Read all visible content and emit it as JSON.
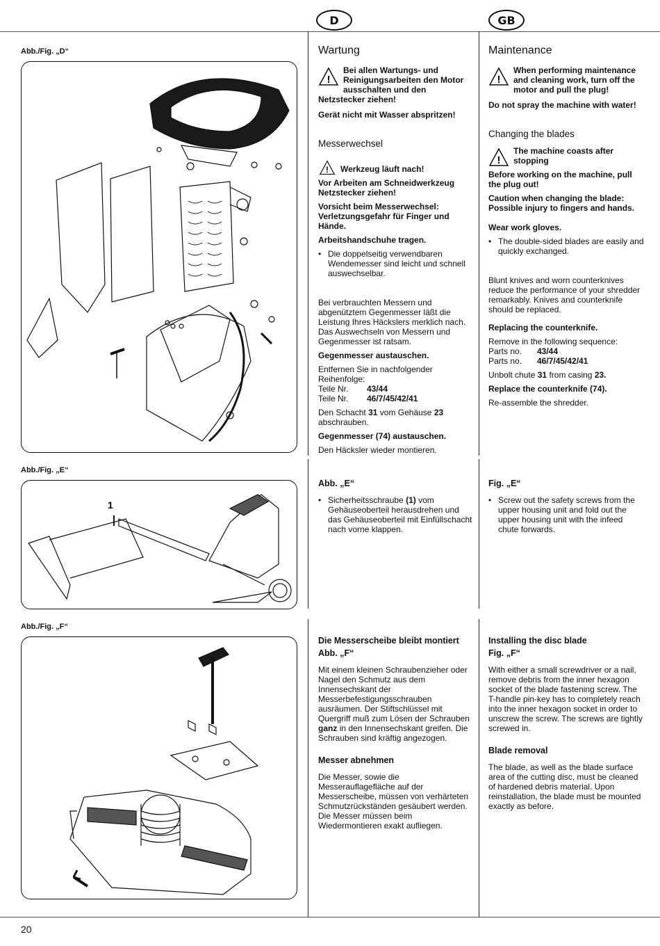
{
  "header": {
    "lang_de": "D",
    "lang_gb": "GB"
  },
  "figures": {
    "d_label": "Abb./Fig. „D“",
    "e_label": "Abb./Fig. „E“",
    "f_label": "Abb./Fig. „F“",
    "e_callout": "1"
  },
  "de": {
    "wartung_title": "Wartung",
    "wartung_warning": "Bei allen Wartungs- und Reinigungsarbeiten den Motor ausschalten und den Netzstecker ziehen!",
    "wartung_note": "Gerät nicht mit Wasser abspritzen!",
    "messerwechsel_title": "Messerwechsel",
    "messerwechsel_warning": "Werkzeug läuft nach!",
    "messerwechsel_b1": "Vor Arbeiten am Schneidwerkzeug Netzstecker ziehen!",
    "messerwechsel_b2": "Vorsicht beim Messerwechsel: Verletzungsgefahr für Finger und Hände.",
    "messerwechsel_b3": "Arbeitshandschuhe tragen.",
    "messerwechsel_bullet": "Die doppelseitig verwendbaren Wendemesser sind leicht und schnell auswechselbar.",
    "gegenmesser_text": "Bei verbrauchten Messern und abgenütztem Gegenmesser läßt die Leistung Ihres Häckslers merklich nach. Das Auswechseln von Messern und Gegenmesser ist ratsam.",
    "gegenmesser_title": "Gegenmesser austauschen.",
    "gegenmesser_seq": "Entfernen Sie in nachfolgender Reihenfolge:",
    "parts_label": "Teile Nr.",
    "parts_1": "43/44",
    "parts_2": "46/7/45/42/41",
    "schacht_pre": "Den Schacht",
    "schacht_num": "31",
    "schacht_mid": "vom Gehäuse",
    "schacht_num2": "23",
    "schacht_post": "abschrauben.",
    "gegenmesser74": "Gegenmesser (74) austauschen.",
    "montieren": "Den Häcksler wieder montieren.",
    "abb_e_title": "Abb. „E“",
    "abb_e_bullet_pre": "Sicherheitsschraube",
    "abb_e_bullet_num": "(1)",
    "abb_e_bullet_post": "vom Gehäuseoberteil herausdrehen und das Gehäuseoberteil mit Einfüllschacht nach vorne klappen.",
    "disc_title": "Die Messerscheibe bleibt montiert",
    "disc_fig": "Abb. „F“",
    "disc_text_pre": "Mit einem kleinen Schraubenzieher oder Nagel den Schmutz aus dem Innensechskant der Messerbefestigungsschrauben ausräumen. Der Stiftschlüssel mit Quergriff muß zum Lösen der Schrauben",
    "disc_text_bold": "ganz",
    "disc_text_post": "in den Innensechskant greifen. Die Schrauben sind kräftig angezogen.",
    "removal_title": "Messer abnehmen",
    "removal_text": "Die Messer, sowie die Messerauflagefläche auf der Messerscheibe, müssen von verhärteten Schmutzrückständen gesäubert werden. Die Messer müssen beim Wiedermontieren exakt aufliegen."
  },
  "en": {
    "maintenance_title": "Maintenance",
    "maintenance_warning": "When performing maintenance and cleaning work, turn off the motor and pull the plug!",
    "maintenance_note": "Do not spray the machine with water!",
    "blades_title": "Changing the blades",
    "blades_warning": "The machine coasts after stopping",
    "blades_b1": "Before working on the machine, pull the plug out!",
    "blades_b2": "Caution when changing the blade: Possible injury to fingers and hands.",
    "blades_b3": "Wear work gloves.",
    "blades_bullet": "The double-sided blades are easily and quickly exchanged.",
    "counter_text": "Blunt knives and worn counterknives reduce the performance of your shredder remarkably. Knives and counterknife should be replaced.",
    "counter_title": "Replacing the counterknife.",
    "counter_seq": "Remove in the following sequence:",
    "parts_label": "Parts no.",
    "parts_1": "43/44",
    "parts_2": "46/7/45/42/41",
    "chute_pre": "Unbolt chute",
    "chute_num": "31",
    "chute_mid": "from casing",
    "chute_num2": "23.",
    "counter74": "Replace the counterknife (74).",
    "reassemble": "Re-assemble the shredder.",
    "fig_e_title": "Fig. „E“",
    "fig_e_bullet": "Screw out the safety screws from the upper housing unit and fold out the upper housing unit with the infeed chute forwards.",
    "disc_title": "Installing the disc blade",
    "disc_fig": "Fig. „F“",
    "disc_text": "With either a small screwdriver or a nail, remove debris from the inner hexagon socket of the blade fastening screw. The T-handle pin-key has to completely reach into the inner hexagon socket in order to unscrew the screw. The screws are tightly screwed in.",
    "removal_title": "Blade removal",
    "removal_text": "The blade, as well as the blade surface area of the cutting disc, must be cleaned of hardened debris material. Upon reinstallation, the blade must be mounted exactly as before."
  },
  "footer": {
    "page_number": "20"
  }
}
